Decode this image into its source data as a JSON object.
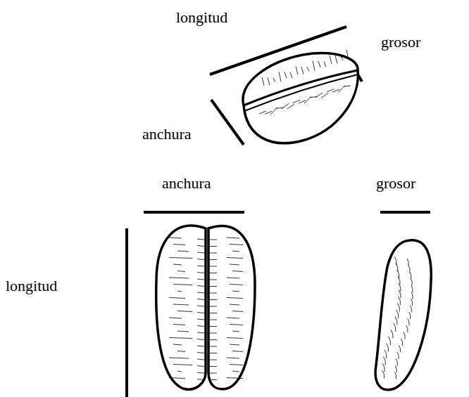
{
  "diagram": {
    "labels": [
      "longitud",
      "grosor",
      "anchura",
      "anchura",
      "grosor",
      "longitud"
    ]
  }
}
